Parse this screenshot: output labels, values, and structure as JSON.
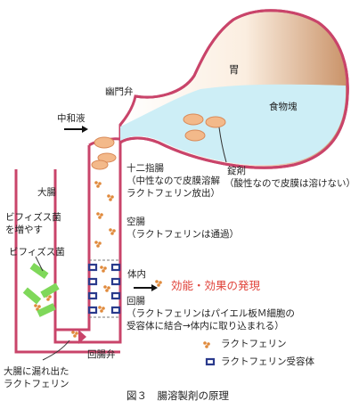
{
  "colors": {
    "wall": "#c9446a",
    "stomach_fill": "#f4d9b8",
    "acid_fluid": "#cdeef6",
    "tablet": "#f3b98a",
    "tablet_edge": "#d98a58",
    "lactoferrin_dot": "#e08a3c",
    "receptor": "#2a3a8c",
    "bifidus": "#7fd85a",
    "effect_text": "#e0433a"
  },
  "labels": {
    "stomach": "胃",
    "pylorus": "幽門弁",
    "neutralizer": "中和液",
    "food": "食物塊",
    "tablet_title": "錠剤",
    "tablet_note": "（酸性なので皮膜は溶けない）",
    "duodenum_title": "十二指腸",
    "duodenum_note1": "（中性なので皮膜溶解",
    "duodenum_note2": "ラクトフェリン放出）",
    "large_intestine": "大腸",
    "bifidus_increase1": "ビフィズス菌",
    "bifidus_increase2": "を増やす",
    "bifidus": "ビフィズス菌",
    "jejunum_title": "空腸",
    "jejunum_note": "（ラクトフェリンは通過）",
    "body_interior": "体内",
    "effect": "効能・効果の発現",
    "ileum_title": "回腸",
    "ileum_note1": "（ラクトフェリンはパイエル板Ｍ細胞の",
    "ileum_note2": "受容体に結合→体内に取り込まれる）",
    "ileocecal_valve": "回腸弁",
    "leaked1": "大腸に漏れ出た",
    "leaked2": "ラクトフェリン",
    "caption": "図３　腸溶製剤の原理"
  },
  "legend": [
    {
      "symbol": "lactoferrin-dots",
      "label": "ラクトフェリン"
    },
    {
      "symbol": "receptor",
      "label": "ラクトフェリン受容体"
    }
  ]
}
